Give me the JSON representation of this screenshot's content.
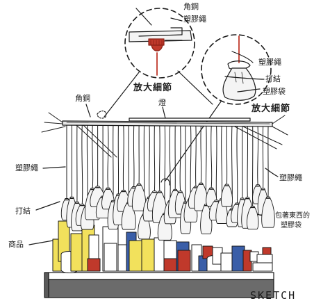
{
  "labels": {
    "angle_iron_top": "角鋼",
    "plastic_rope_top": "塑膠繩",
    "zoom_detail_1": "放大細節",
    "plastic_rope_right": "塑膠繩",
    "knot_right": "打結",
    "plastic_bag_right": "塑膠袋",
    "zoom_detail_2": "放大細節",
    "angle_iron_left": "角鋼",
    "light": "燈",
    "plastic_rope_left": "塑膠繩",
    "plastic_rope_mid_right": "塑膠繩",
    "knot_left": "打結",
    "wrapped_bag_line1": "包著東西的",
    "wrapped_bag_line2": "塑膠袋",
    "products": "商品",
    "signature": "SKETCH"
  },
  "colors": {
    "ink": "#1a1a1a",
    "rope_red": "#c0392b",
    "shelf": "#6b6b6b",
    "yellow_product": "#f2e15c",
    "red_product": "#c0392b",
    "blue_product": "#3a5ea8",
    "bag_gray": "#d9d9d9"
  }
}
